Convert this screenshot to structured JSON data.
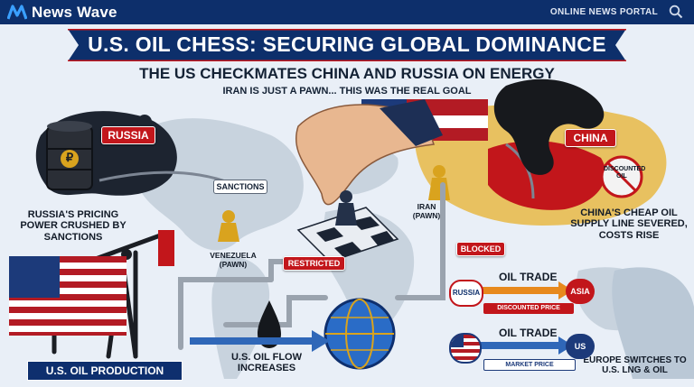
{
  "site": {
    "name": "News Wave",
    "portal_label": "ONLINE NEWS PORTAL"
  },
  "headline": "U.S. OIL CHESS: SECURING GLOBAL DOMINANCE",
  "subheadline": "THE US CHECKMATES CHINA AND RUSSIA ON ENERGY",
  "tagline": "IRAN IS JUST A PAWN... THIS WAS THE REAL GOAL",
  "labels": {
    "russia": "RUSSIA",
    "china": "CHINA",
    "sanctions": "SANCTIONS",
    "venezuela": "VENEZUELA (PAWN)",
    "iran": "IRAN (PAWN)",
    "restricted": "RESTRICTED",
    "blocked": "BLOCKED",
    "discounted_oil": "DISCOUNTED OIL",
    "russia_callout": "RUSSIA'S PRICING POWER CRUSHED BY SANCTIONS",
    "china_callout": "CHINA'S CHEAP OIL SUPPLY LINE SEVERED, COSTS RISE",
    "us_production": "U.S. OIL PRODUCTION",
    "oil_flow": "U.S. OIL FLOW INCREASES",
    "europe_callout": "EUROPE SWITCHES TO U.S. LNG & OIL",
    "ruble_symbol": "₽"
  },
  "trades": [
    {
      "title": "OIL TRADE",
      "from": "RUSSIA",
      "to": "ASIA",
      "price": "DISCOUNTED PRICE"
    },
    {
      "title": "OIL TRADE",
      "from": "",
      "to": "US",
      "price": "MARKET PRICE"
    }
  ],
  "colors": {
    "navy": "#0d2f6b",
    "red": "#c2161b",
    "gold": "#d9a31e",
    "ocean": "#e9eff7",
    "land": "#c8d3de",
    "arrow_orange": "#e7891d",
    "arrow_blue": "#2f67b8"
  },
  "icons": [
    "wave-logo-icon",
    "search-icon",
    "oil-barrel-icon",
    "bear-icon",
    "dragon-icon",
    "hand-icon",
    "chess-board-icon",
    "chess-pawn-icon",
    "globe-icon",
    "oil-drop-icon",
    "pumpjack-icon",
    "us-flag-icon",
    "pipeline-icon",
    "chain-icon"
  ]
}
